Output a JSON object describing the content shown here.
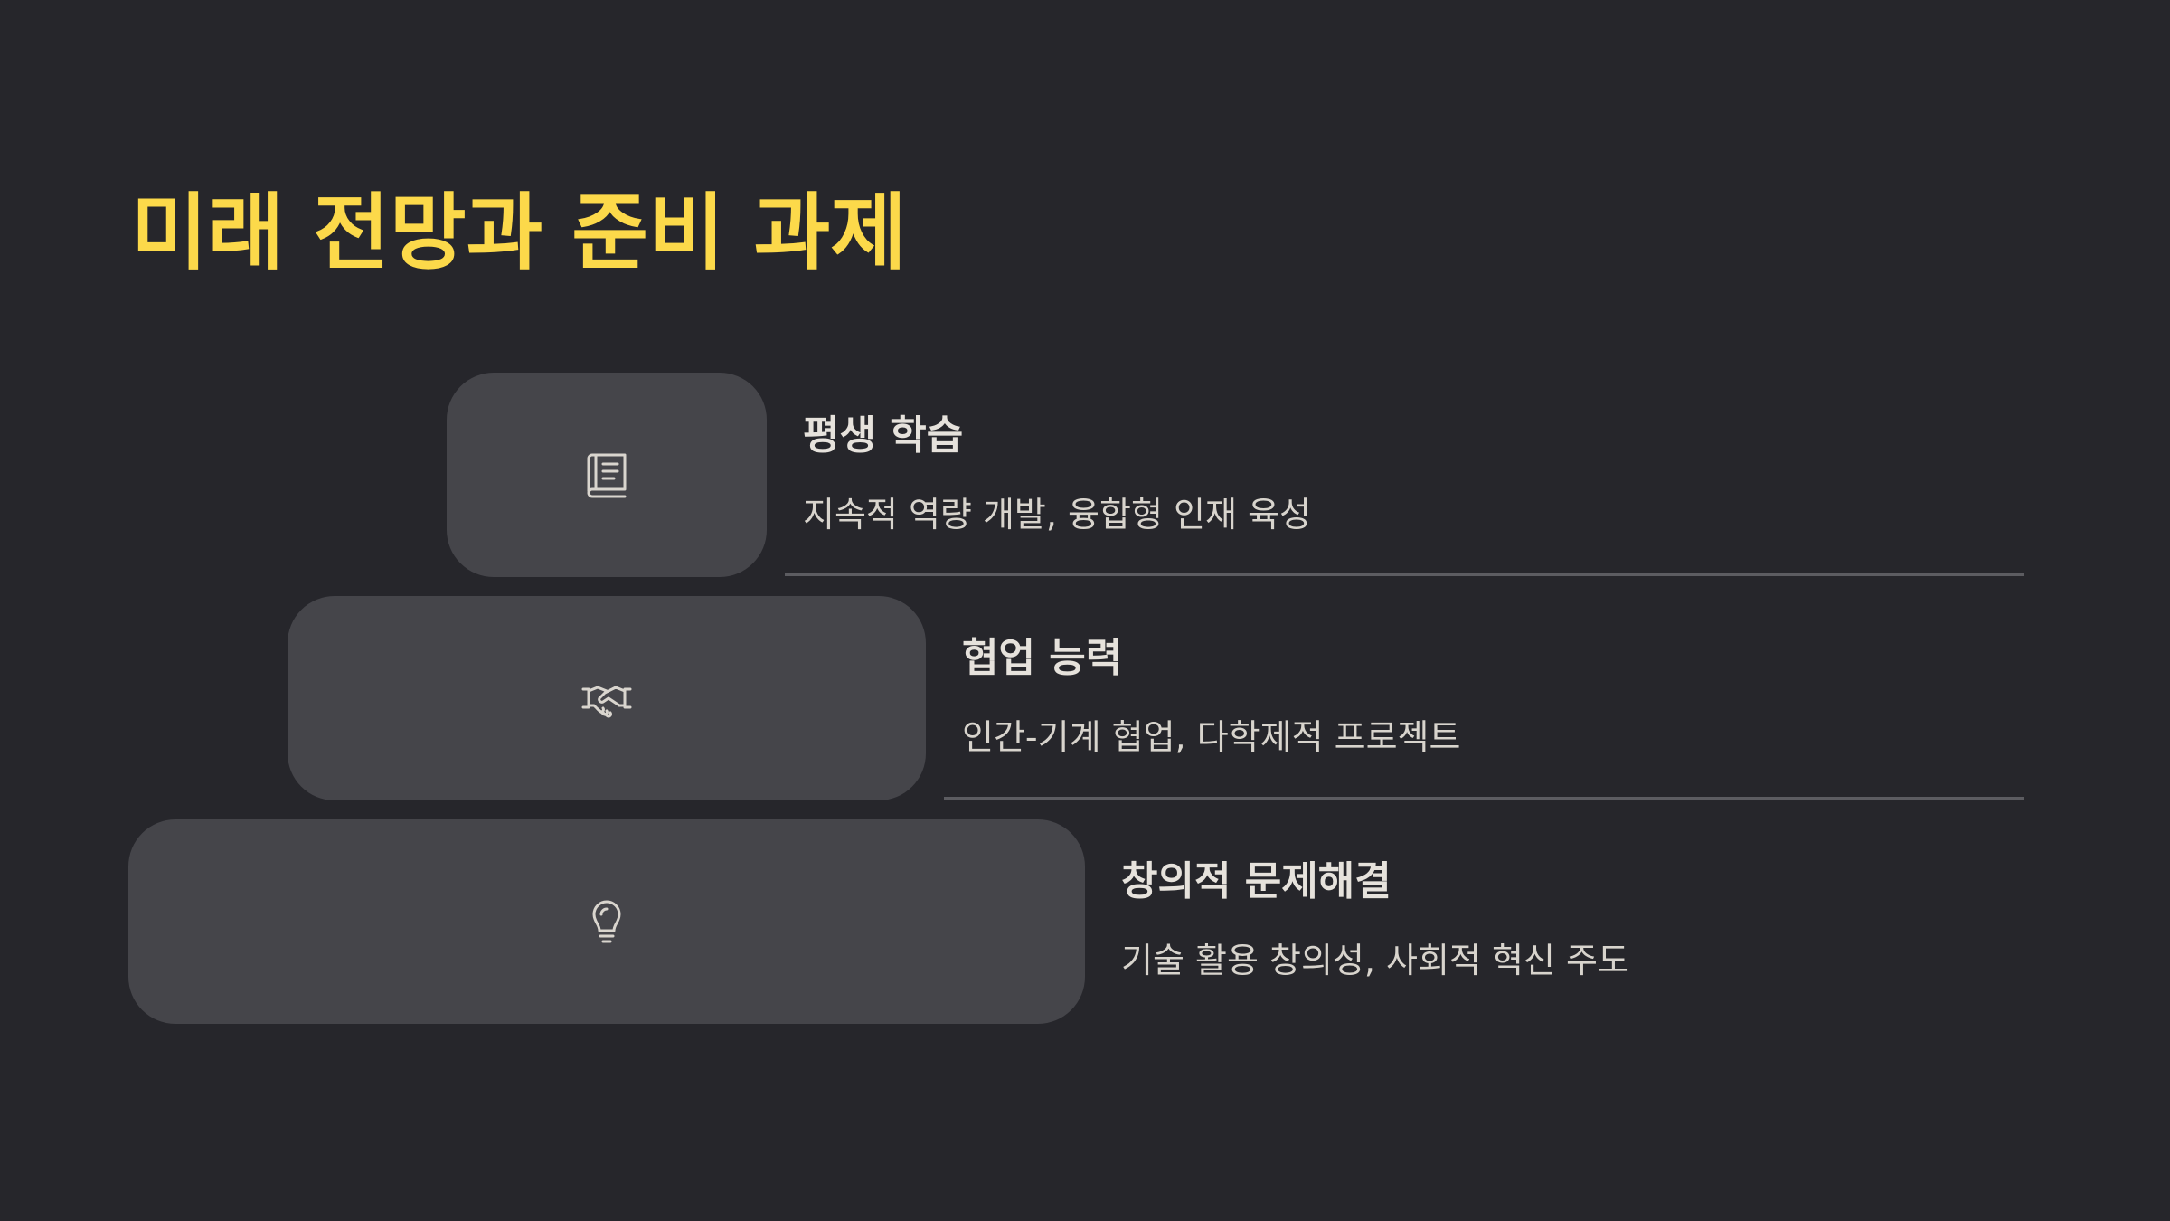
{
  "slide": {
    "title": "미래 전망과 준비 과제"
  },
  "steps": [
    {
      "title": "평생 학습",
      "description": "지속적 역량 개발, 융합형 인재 육성",
      "icon": "book-icon"
    },
    {
      "title": "협업 능력",
      "description": "인간-기계 협업, 다학제적 프로젝트",
      "icon": "handshake-icon"
    },
    {
      "title": "창의적 문제해결",
      "description": "기술 활용 창의성, 사회적 혁신 주도",
      "icon": "lightbulb-icon"
    }
  ],
  "colors": {
    "background": "#26262b",
    "title": "#fcd94a",
    "box": "#45454a",
    "text": "#e6e2dc",
    "divider": "#5c5c61"
  }
}
